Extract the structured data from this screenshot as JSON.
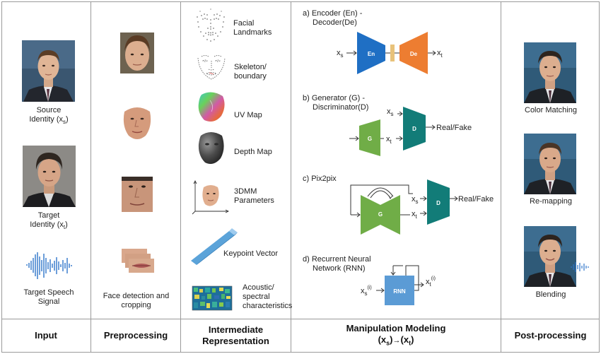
{
  "columns": {
    "input": {
      "header": "Input",
      "items": [
        {
          "label_main": "Source",
          "label_line2": "Identity (x",
          "sub": "s",
          "close": ")"
        },
        {
          "label_main": "Target",
          "label_line2": "Identity (x",
          "sub": "t",
          "close": ")"
        },
        {
          "label_main": "Target Speech",
          "label_line2": "Signal"
        }
      ]
    },
    "preprocessing": {
      "header": "Preprocessing",
      "caption_line1": "Face detection and",
      "caption_line2": "cropping"
    },
    "intermediate": {
      "header_line1": "Intermediate",
      "header_line2": "Representation",
      "items": [
        {
          "line1": "Facial",
          "line2": "Landmarks"
        },
        {
          "line1": "Skeleton/",
          "line2": "boundary"
        },
        {
          "line1": "UV Map"
        },
        {
          "line1": "Depth Map"
        },
        {
          "line1": "3DMM",
          "line2": "Parameters"
        },
        {
          "line1": "Keypoint Vector"
        },
        {
          "line1": "Acoustic/",
          "line2": "spectral",
          "line3": "characteristics"
        }
      ]
    },
    "manipulation": {
      "header": "Manipulation Modeling",
      "header_formula": {
        "open": "(x",
        "s": "s",
        "arrow": "→",
        "x2": "(x",
        "t": "t",
        "close": ")"
      },
      "a": {
        "title_line1": "a) Encoder (En) -",
        "title_line2": "Decoder(De)",
        "en": "En",
        "de": "De",
        "xs": "x",
        "xs_sub": "s",
        "xt": "x",
        "xt_sub": "t"
      },
      "b": {
        "title_line1": "b) Generator (G) -",
        "title_line2": "Discriminator(D)",
        "g": "G",
        "d": "D",
        "xs": "x",
        "xs_sub": "s",
        "xt": "x",
        "xt_sub": "t",
        "out": "Real/Fake"
      },
      "c": {
        "title": "c) Pix2pix",
        "g": "G",
        "d": "D",
        "xs": "x",
        "xs_sub": "s",
        "xt": "x",
        "xt_sub": "t",
        "out": "Real/Fake"
      },
      "d": {
        "title_line1": "d) Recurrent Neural",
        "title_line2": "Network (RNN)",
        "rnn": "RNN",
        "xs": "x",
        "xs_sub": "s",
        "xs_sup": "(i)",
        "xt": "x",
        "xt_sub": "t",
        "xt_sup": "(i)"
      }
    },
    "post": {
      "header": "Post-processing",
      "items": [
        "Color Matching",
        "Re-mapping",
        "Blending"
      ]
    }
  },
  "colors": {
    "encoder_blue": "#1f6fc4",
    "decoder_orange": "#ed7d31",
    "bottleneck": "#e8c27a",
    "generator_green": "#70ad47",
    "discriminator_teal": "#127c78",
    "rnn_blue": "#5b9bd5",
    "border": "#9a9a9a"
  }
}
